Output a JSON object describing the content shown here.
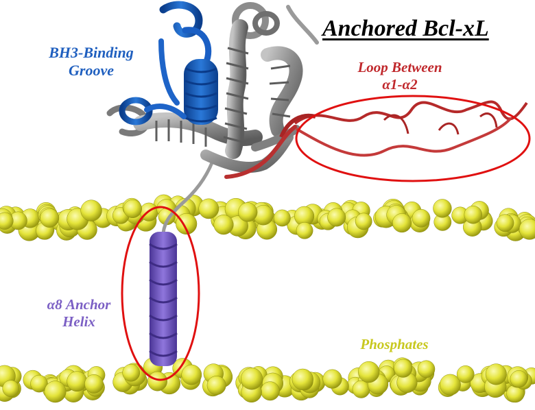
{
  "title": "Anchored Bcl-xL",
  "labels": {
    "bh3_line1": "BH3-Binding",
    "bh3_line2": "Groove",
    "loop_line1": "Loop Between",
    "loop_line2": "α1-α2",
    "anchor_line1": "α8 Anchor",
    "anchor_line2": "Helix",
    "phosphates": "Phosphates"
  },
  "colors": {
    "title": "#000000",
    "bh3_groove": "#1f5fbf",
    "loop": "#c0282c",
    "anchor_helix": "#7b5fc4",
    "phosphates_label": "#c8c81e",
    "phosphate_sphere": "#e6e63a",
    "protein_core": "#8f8f8f",
    "highlight_ellipse": "#e01010"
  }
}
